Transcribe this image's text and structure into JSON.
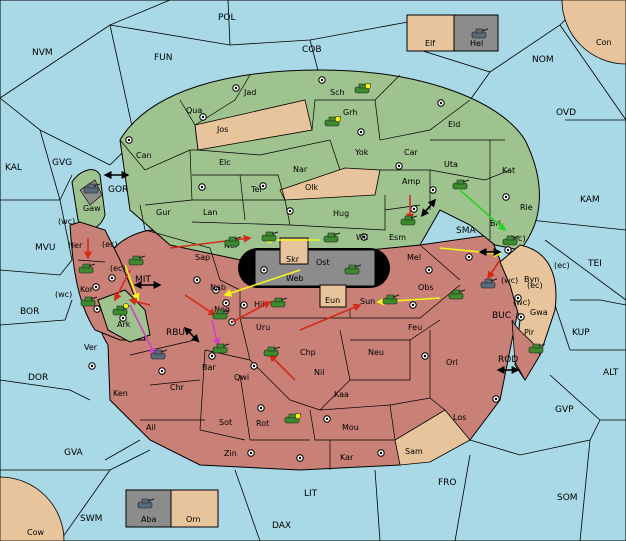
{
  "colors": {
    "sea": "#a9d8e6",
    "land_green": "#9fc38e",
    "land_red": "#c98076",
    "land_tan": "#e7c49b",
    "land_gray": "#8c8c8c",
    "border": "#000000",
    "unit_green": "#3d8a2f",
    "unit_gray": "#5a6a7a",
    "order_red": "#d42a1a",
    "order_yellow": "#f5f51a",
    "order_green": "#2bd12b",
    "order_magenta": "#d13fc9",
    "order_black": "#000000"
  },
  "map": {
    "sea_regions": [
      {
        "id": "pol",
        "label": "POL"
      },
      {
        "id": "nvm",
        "label": "NVM"
      },
      {
        "id": "fun",
        "label": "FUN"
      },
      {
        "id": "cob",
        "label": "COB"
      },
      {
        "id": "nom",
        "label": "NOM"
      },
      {
        "id": "ovd",
        "label": "OVD"
      },
      {
        "id": "kal",
        "label": "KAL"
      },
      {
        "id": "gvg",
        "label": "GVG"
      },
      {
        "id": "gor",
        "label": "GOR"
      },
      {
        "id": "mvu",
        "label": "MVU"
      },
      {
        "id": "mit",
        "label": "MIT"
      },
      {
        "id": "kam",
        "label": "KAM"
      },
      {
        "id": "sma",
        "label": "SMA"
      },
      {
        "id": "tei",
        "label": "TEI"
      },
      {
        "id": "bor",
        "label": "BOR"
      },
      {
        "id": "rbu",
        "label": "RBU"
      },
      {
        "id": "buc",
        "label": "BUC"
      },
      {
        "id": "kup",
        "label": "KUP"
      },
      {
        "id": "dor",
        "label": "DOR"
      },
      {
        "id": "rod",
        "label": "ROD"
      },
      {
        "id": "alt",
        "label": "ALT"
      },
      {
        "id": "gvp",
        "label": "GVP"
      },
      {
        "id": "gva",
        "label": "GVA"
      },
      {
        "id": "fro",
        "label": "FRO"
      },
      {
        "id": "lit",
        "label": "LIT"
      },
      {
        "id": "som",
        "label": "SOM"
      },
      {
        "id": "swm",
        "label": "SWM"
      },
      {
        "id": "dax",
        "label": "DAX"
      }
    ],
    "land_regions": [
      {
        "id": "jad",
        "label": "Jad"
      },
      {
        "id": "sch",
        "label": "Sch"
      },
      {
        "id": "qua",
        "label": "Qua"
      },
      {
        "id": "grh",
        "label": "Grh"
      },
      {
        "id": "jos",
        "label": "Jos"
      },
      {
        "id": "eld",
        "label": "Eld"
      },
      {
        "id": "can",
        "label": "Can"
      },
      {
        "id": "yok",
        "label": "Yok"
      },
      {
        "id": "car",
        "label": "Car"
      },
      {
        "id": "elc",
        "label": "Elc"
      },
      {
        "id": "nar",
        "label": "Nar"
      },
      {
        "id": "uta",
        "label": "Uta"
      },
      {
        "id": "kat",
        "label": "Kat"
      },
      {
        "id": "tel",
        "label": "Tel"
      },
      {
        "id": "olk",
        "label": "Olk"
      },
      {
        "id": "amp",
        "label": "Amp"
      },
      {
        "id": "gur",
        "label": "Gur"
      },
      {
        "id": "lan",
        "label": "Lan"
      },
      {
        "id": "hug",
        "label": "Hug"
      },
      {
        "id": "rie",
        "label": "Rie"
      },
      {
        "id": "bri",
        "label": "Bri"
      },
      {
        "id": "gaw",
        "label": "Gaw"
      },
      {
        "id": "esm",
        "label": "Esm"
      },
      {
        "id": "wil",
        "label": "Wil"
      },
      {
        "id": "nor",
        "label": "Nor"
      },
      {
        "id": "skr",
        "label": "Skr"
      },
      {
        "id": "her",
        "label": "Her"
      },
      {
        "id": "sap",
        "label": "Sap"
      },
      {
        "id": "ost",
        "label": "Ost"
      },
      {
        "id": "mel",
        "label": "Mel"
      },
      {
        "id": "web",
        "label": "Web"
      },
      {
        "id": "byn",
        "label": "Byn"
      },
      {
        "id": "kor",
        "label": "Kor"
      },
      {
        "id": "nab",
        "label": "Nab"
      },
      {
        "id": "obs",
        "label": "Obs"
      },
      {
        "id": "eun",
        "label": "Eun"
      },
      {
        "id": "sun",
        "label": "Sun"
      },
      {
        "id": "hil",
        "label": "Hil"
      },
      {
        "id": "nog",
        "label": "Nog"
      },
      {
        "id": "gwa",
        "label": "Gwa"
      },
      {
        "id": "ark",
        "label": "Ark"
      },
      {
        "id": "uru",
        "label": "Uru"
      },
      {
        "id": "feu",
        "label": "Feu"
      },
      {
        "id": "pir",
        "label": "Pir"
      },
      {
        "id": "ver",
        "label": "Ver"
      },
      {
        "id": "chp",
        "label": "Chp"
      },
      {
        "id": "neu",
        "label": "Neu"
      },
      {
        "id": "bar",
        "label": "Bar"
      },
      {
        "id": "orl",
        "label": "Orl"
      },
      {
        "id": "ken",
        "label": "Ken"
      },
      {
        "id": "qwi",
        "label": "Qwi"
      },
      {
        "id": "nil",
        "label": "Nil"
      },
      {
        "id": "chr",
        "label": "Chr"
      },
      {
        "id": "kaa",
        "label": "Kaa"
      },
      {
        "id": "ail",
        "label": "Ail"
      },
      {
        "id": "sot",
        "label": "Sot"
      },
      {
        "id": "rot",
        "label": "Rot"
      },
      {
        "id": "mou",
        "label": "Mou"
      },
      {
        "id": "los",
        "label": "Los"
      },
      {
        "id": "sam",
        "label": "Sam"
      },
      {
        "id": "zin",
        "label": "Zin"
      },
      {
        "id": "kar",
        "label": "Kar"
      }
    ],
    "corner_regions": [
      {
        "id": "con",
        "label": "Con"
      },
      {
        "id": "cow",
        "label": "Cow"
      }
    ],
    "coast_markers": [
      "(wc)",
      "(ec)",
      "(ec)",
      "(wc)",
      "(wc)",
      "(ec)",
      "(wc)",
      "(ec)",
      "(ec)"
    ],
    "home_boxes": [
      {
        "left": "Elf",
        "right": "Hel"
      },
      {
        "left": "Aba",
        "right": "Orn"
      }
    ]
  }
}
